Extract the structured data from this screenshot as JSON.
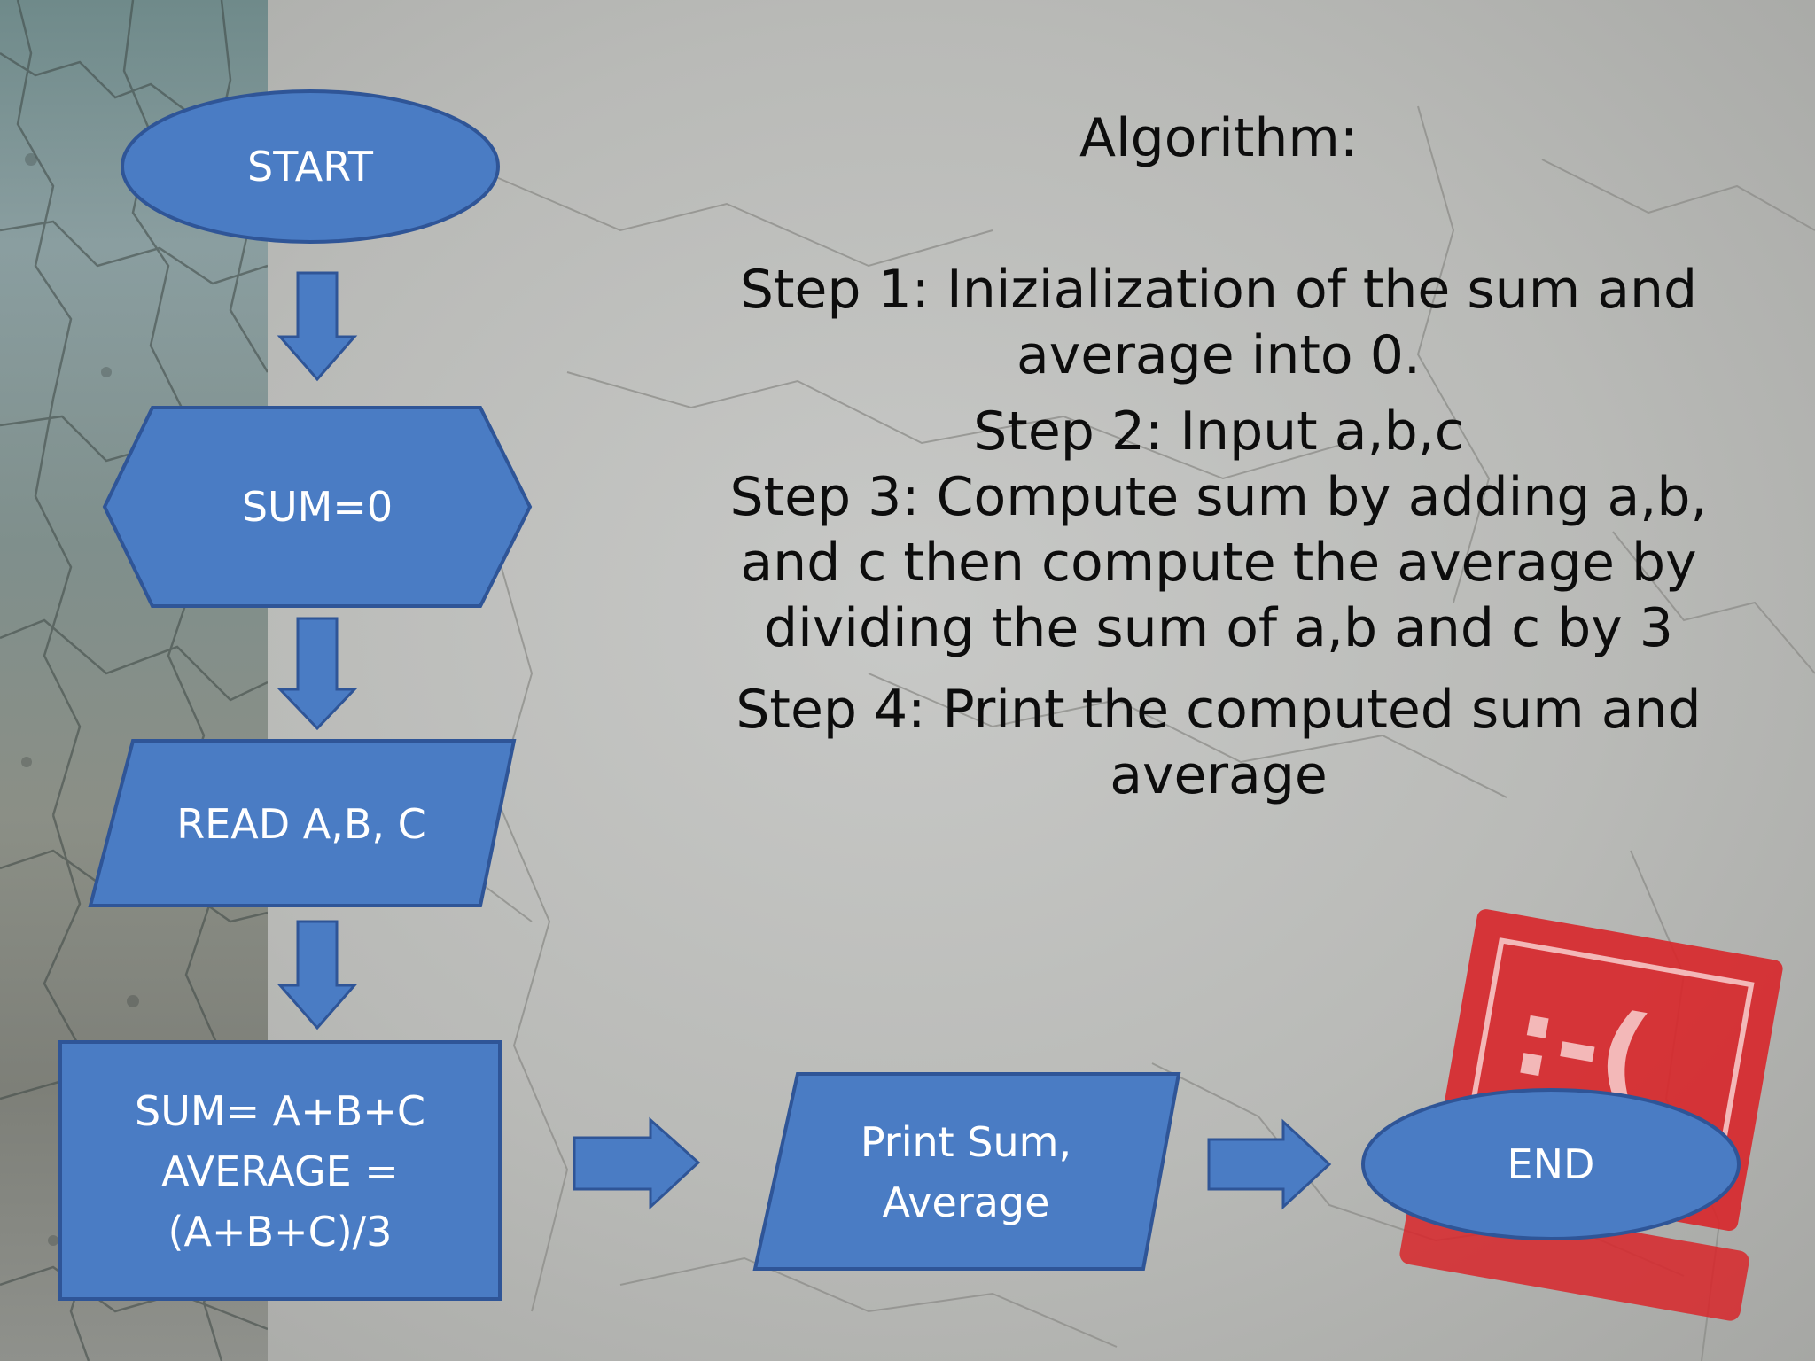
{
  "slide": {
    "algorithm": {
      "title": "Algorithm:",
      "steps": [
        "Step 1: Inizialization of the sum and\naverage into 0.",
        "Step 2: Input a,b,c",
        "Step 3: Compute sum by adding a,b,\nand c then compute the average by\ndividing the sum of a,b and c by 3",
        "Step 4: Print the computed sum and\naverage"
      ]
    },
    "flowchart": {
      "start": "START",
      "init": "SUM=0",
      "input": "READ A,B, C",
      "process": "SUM= A+B+C\nAVERAGE =\n(A+B+C)/3",
      "output": "Print Sum,\nAverage",
      "end": "END"
    },
    "colors": {
      "shape_fill": "#4a7cc4",
      "shape_border": "#2f5597",
      "sticker_red": "#d8262a"
    },
    "sticker": {
      "face_text": ":-("
    }
  }
}
